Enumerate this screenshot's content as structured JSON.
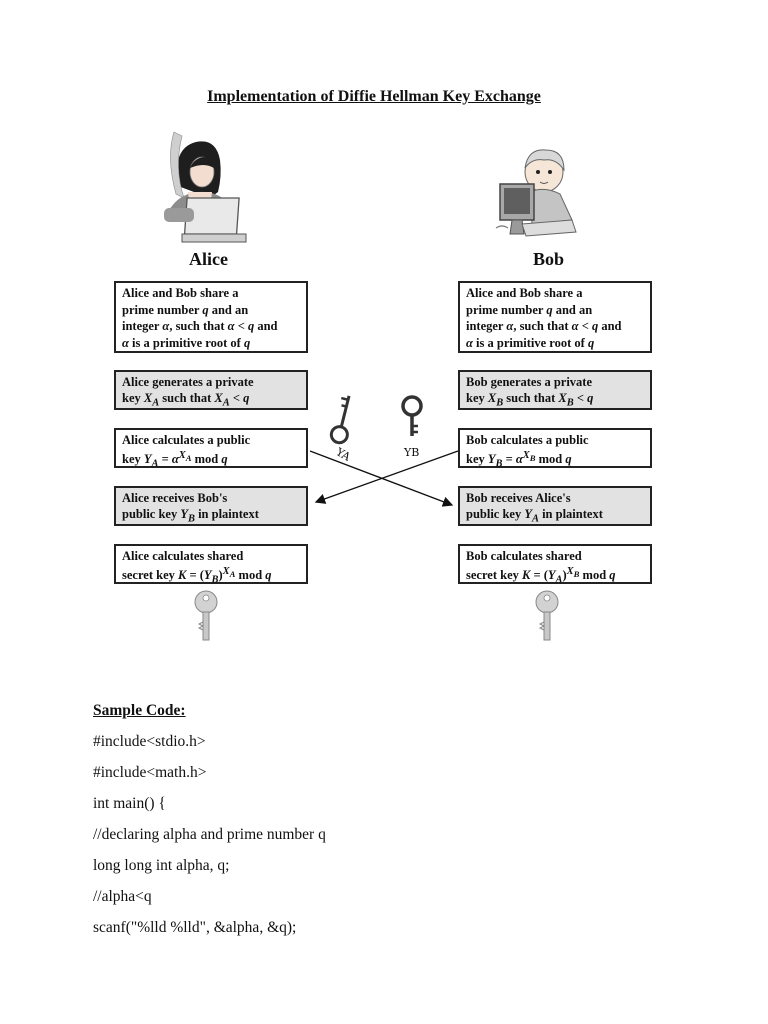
{
  "title": "Implementation of Diffie Hellman Key Exchange",
  "diagram": {
    "alice_label": "Alice",
    "bob_label": "Bob",
    "alice_steps": [
      {
        "text": "Alice and Bob share a prime number q and an integer α, such that α < q and α is a primitive root of q"
      },
      {
        "text": "Alice generates a private key X_A such that X_A < q"
      },
      {
        "text": "Alice calculates a public key Y_A = α^X_A mod q"
      },
      {
        "text": "Alice receives Bob's public key Y_B in plaintext"
      },
      {
        "text": "Alice calculates shared secret key K = (Y_B)^X_A mod q"
      }
    ],
    "bob_steps": [
      {
        "text": "Alice and Bob share a prime number q and an integer α, such that α < q and α is a primitive root of q"
      },
      {
        "text": "Bob generates a private key X_B such that X_B < q"
      },
      {
        "text": "Bob calculates a public key Y_B = α^X_B mod q"
      },
      {
        "text": "Bob receives Alice's public key Y_A in plaintext"
      },
      {
        "text": "Bob calculates shared secret key K = (Y_A)^X_B mod q"
      }
    ],
    "key_label_a": "YA",
    "key_label_b": "YB"
  },
  "code": {
    "heading": "Sample Code:",
    "lines": [
      "#include<stdio.h>",
      "#include<math.h>",
      "int main() {",
      "//declaring alpha and prime number q",
      "long long int alpha, q;",
      "//alpha<q",
      "scanf(\"%lld %lld\", &alpha, &q);"
    ]
  }
}
